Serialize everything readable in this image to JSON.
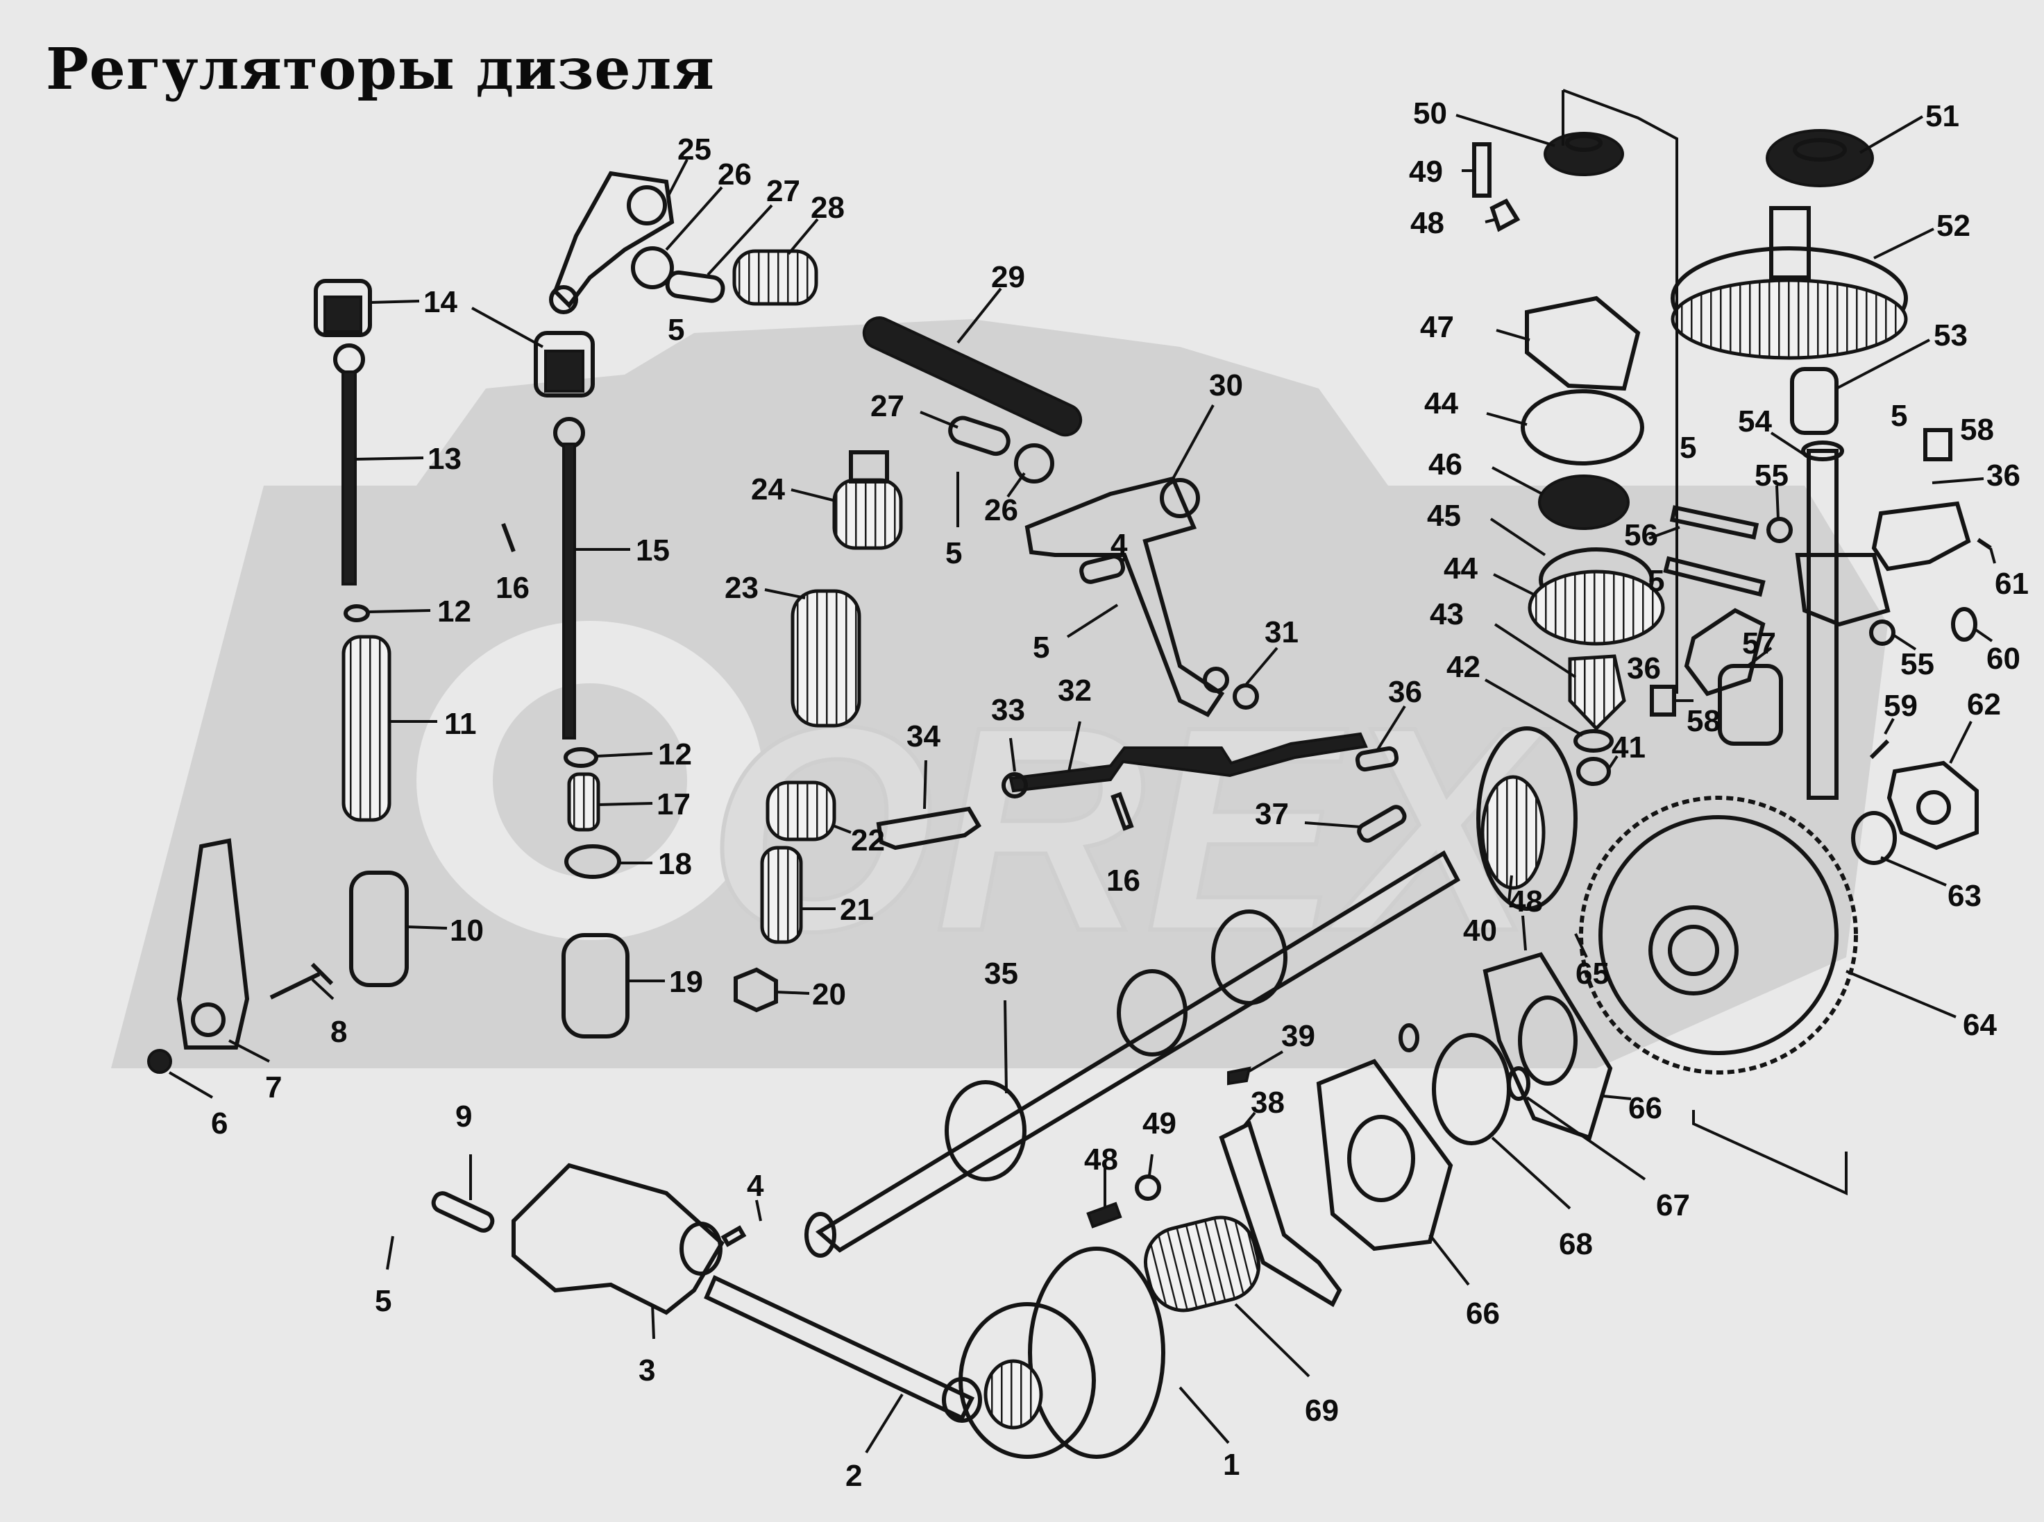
{
  "title": "Регуляторы дизеля",
  "callouts": [
    "1",
    "2",
    "3",
    "4",
    "5",
    "6",
    "7",
    "8",
    "9",
    "10",
    "11",
    "12",
    "13",
    "14",
    "15",
    "16",
    "17",
    "18",
    "19",
    "20",
    "21",
    "22",
    "23",
    "24",
    "25",
    "26",
    "27",
    "28",
    "29",
    "30",
    "31",
    "32",
    "33",
    "34",
    "35",
    "36",
    "37",
    "38",
    "39",
    "40",
    "41",
    "42",
    "43",
    "44",
    "45",
    "46",
    "47",
    "48",
    "49",
    "50",
    "51",
    "52",
    "53",
    "54",
    "55",
    "56",
    "57",
    "58",
    "59",
    "60",
    "61",
    "62",
    "63",
    "64",
    "65",
    "66",
    "67",
    "68",
    "69"
  ],
  "watermark_text": "OREX",
  "colors": {
    "background": "#e9e9e9",
    "ink": "#141414",
    "watermark": "#d2d2d2"
  }
}
